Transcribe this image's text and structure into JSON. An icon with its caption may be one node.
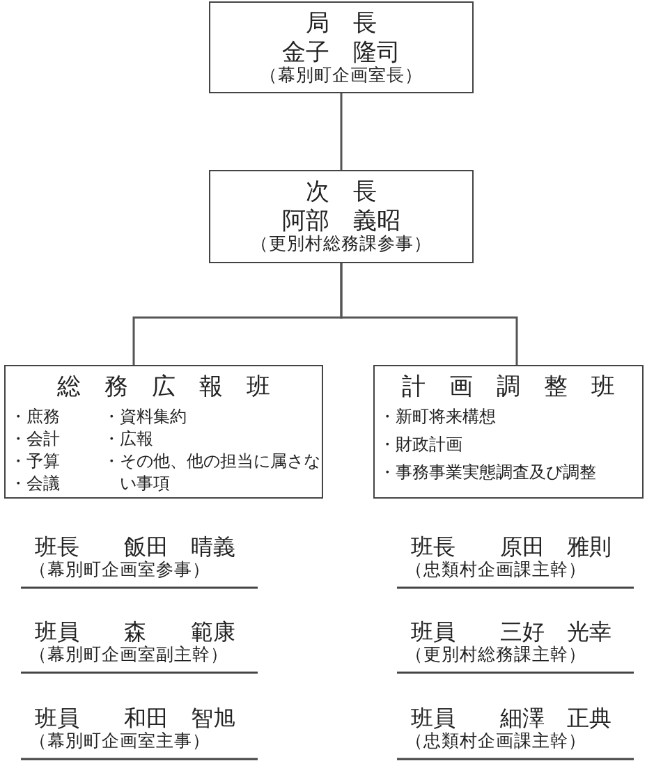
{
  "diagram": {
    "nodes": [
      {
        "text": [
          "局　長",
          "金子　隆司",
          "（幕別町企画室長）"
        ]
      },
      {
        "text": [
          "次　長",
          "阿部　義昭",
          "（更別村総務課参事）"
        ]
      },
      {
        "text": [
          "総　務　広　報　班",
          "・庶務",
          "・会計",
          "・予算",
          "・会議",
          "・資料集約",
          "・広報",
          "・その他、他の担当に属さない事項"
        ]
      },
      {
        "text": [
          "計　画　調　整　班",
          "・新町将来構想",
          "・財政計画",
          "・事務事業実態調査及び調整"
        ]
      }
    ],
    "edges": [
      {
        "from": 0,
        "to": 1,
        "arrow": "none"
      },
      {
        "from": 1,
        "to": 2,
        "arrow": "none"
      },
      {
        "from": 1,
        "to": 3,
        "arrow": "none"
      }
    ],
    "labels": [
      "班長　　飯田　晴義",
      "（幕別町企画室参事）",
      "班長　　原田　雅則",
      "（忠類村企画課主幹）",
      "班員　　森　　範康",
      "（幕別町企画室副主幹）",
      "班員　　三好　光幸",
      "（更別村総務課主幹）",
      "班員　　和田　智旭",
      "（幕別町企画室主事）",
      "班員　　細澤　正典",
      "（忠類村企画課主幹）"
    ]
  }
}
